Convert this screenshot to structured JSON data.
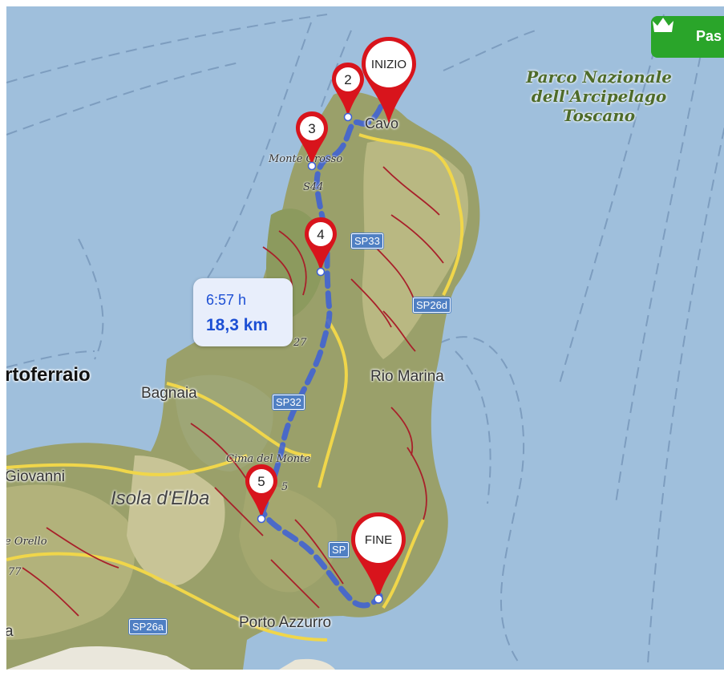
{
  "map": {
    "distance_box": {
      "time": "6:57 h",
      "distance": "18,3 km"
    },
    "premium_button": {
      "label": "Pas",
      "icon": "crown-icon"
    },
    "park_label": [
      "Parco Nazionale",
      "dell'Arcipelago",
      "Toscano"
    ],
    "place_labels": {
      "cavo": "Cavo",
      "portoferraio": "rtoferraio",
      "bagnaia": "Bagnaia",
      "rio_marina": "Rio Marina",
      "giovanni": "Giovanni",
      "isola": "Isola d'Elba",
      "porto_azzurro": "Porto Azzurro",
      "a_edge": "a"
    },
    "peak_labels": {
      "monte_grosso": "Monte Grosso",
      "cima_del_monte": "Cima del Monte",
      "orello": "e Orello"
    },
    "road_numbers": {
      "s44": "S44",
      "n27": "27",
      "n5": "5",
      "n77": "77"
    },
    "road_shields": {
      "sp33": "SP33",
      "sp26d": "SP26d",
      "sp32": "SP32",
      "sp26a": "SP26a",
      "sp_partial": "SP"
    },
    "markers": {
      "start": "INIZIO",
      "m2": "2",
      "m3": "3",
      "m4": "4",
      "m5": "5",
      "end": "FINE"
    },
    "colors": {
      "sea": "#9fbfdc",
      "route": "#4a6fe0",
      "marker": "#d8141c",
      "premium": "#2aa52a",
      "distance_text": "#1c4fd4"
    }
  }
}
